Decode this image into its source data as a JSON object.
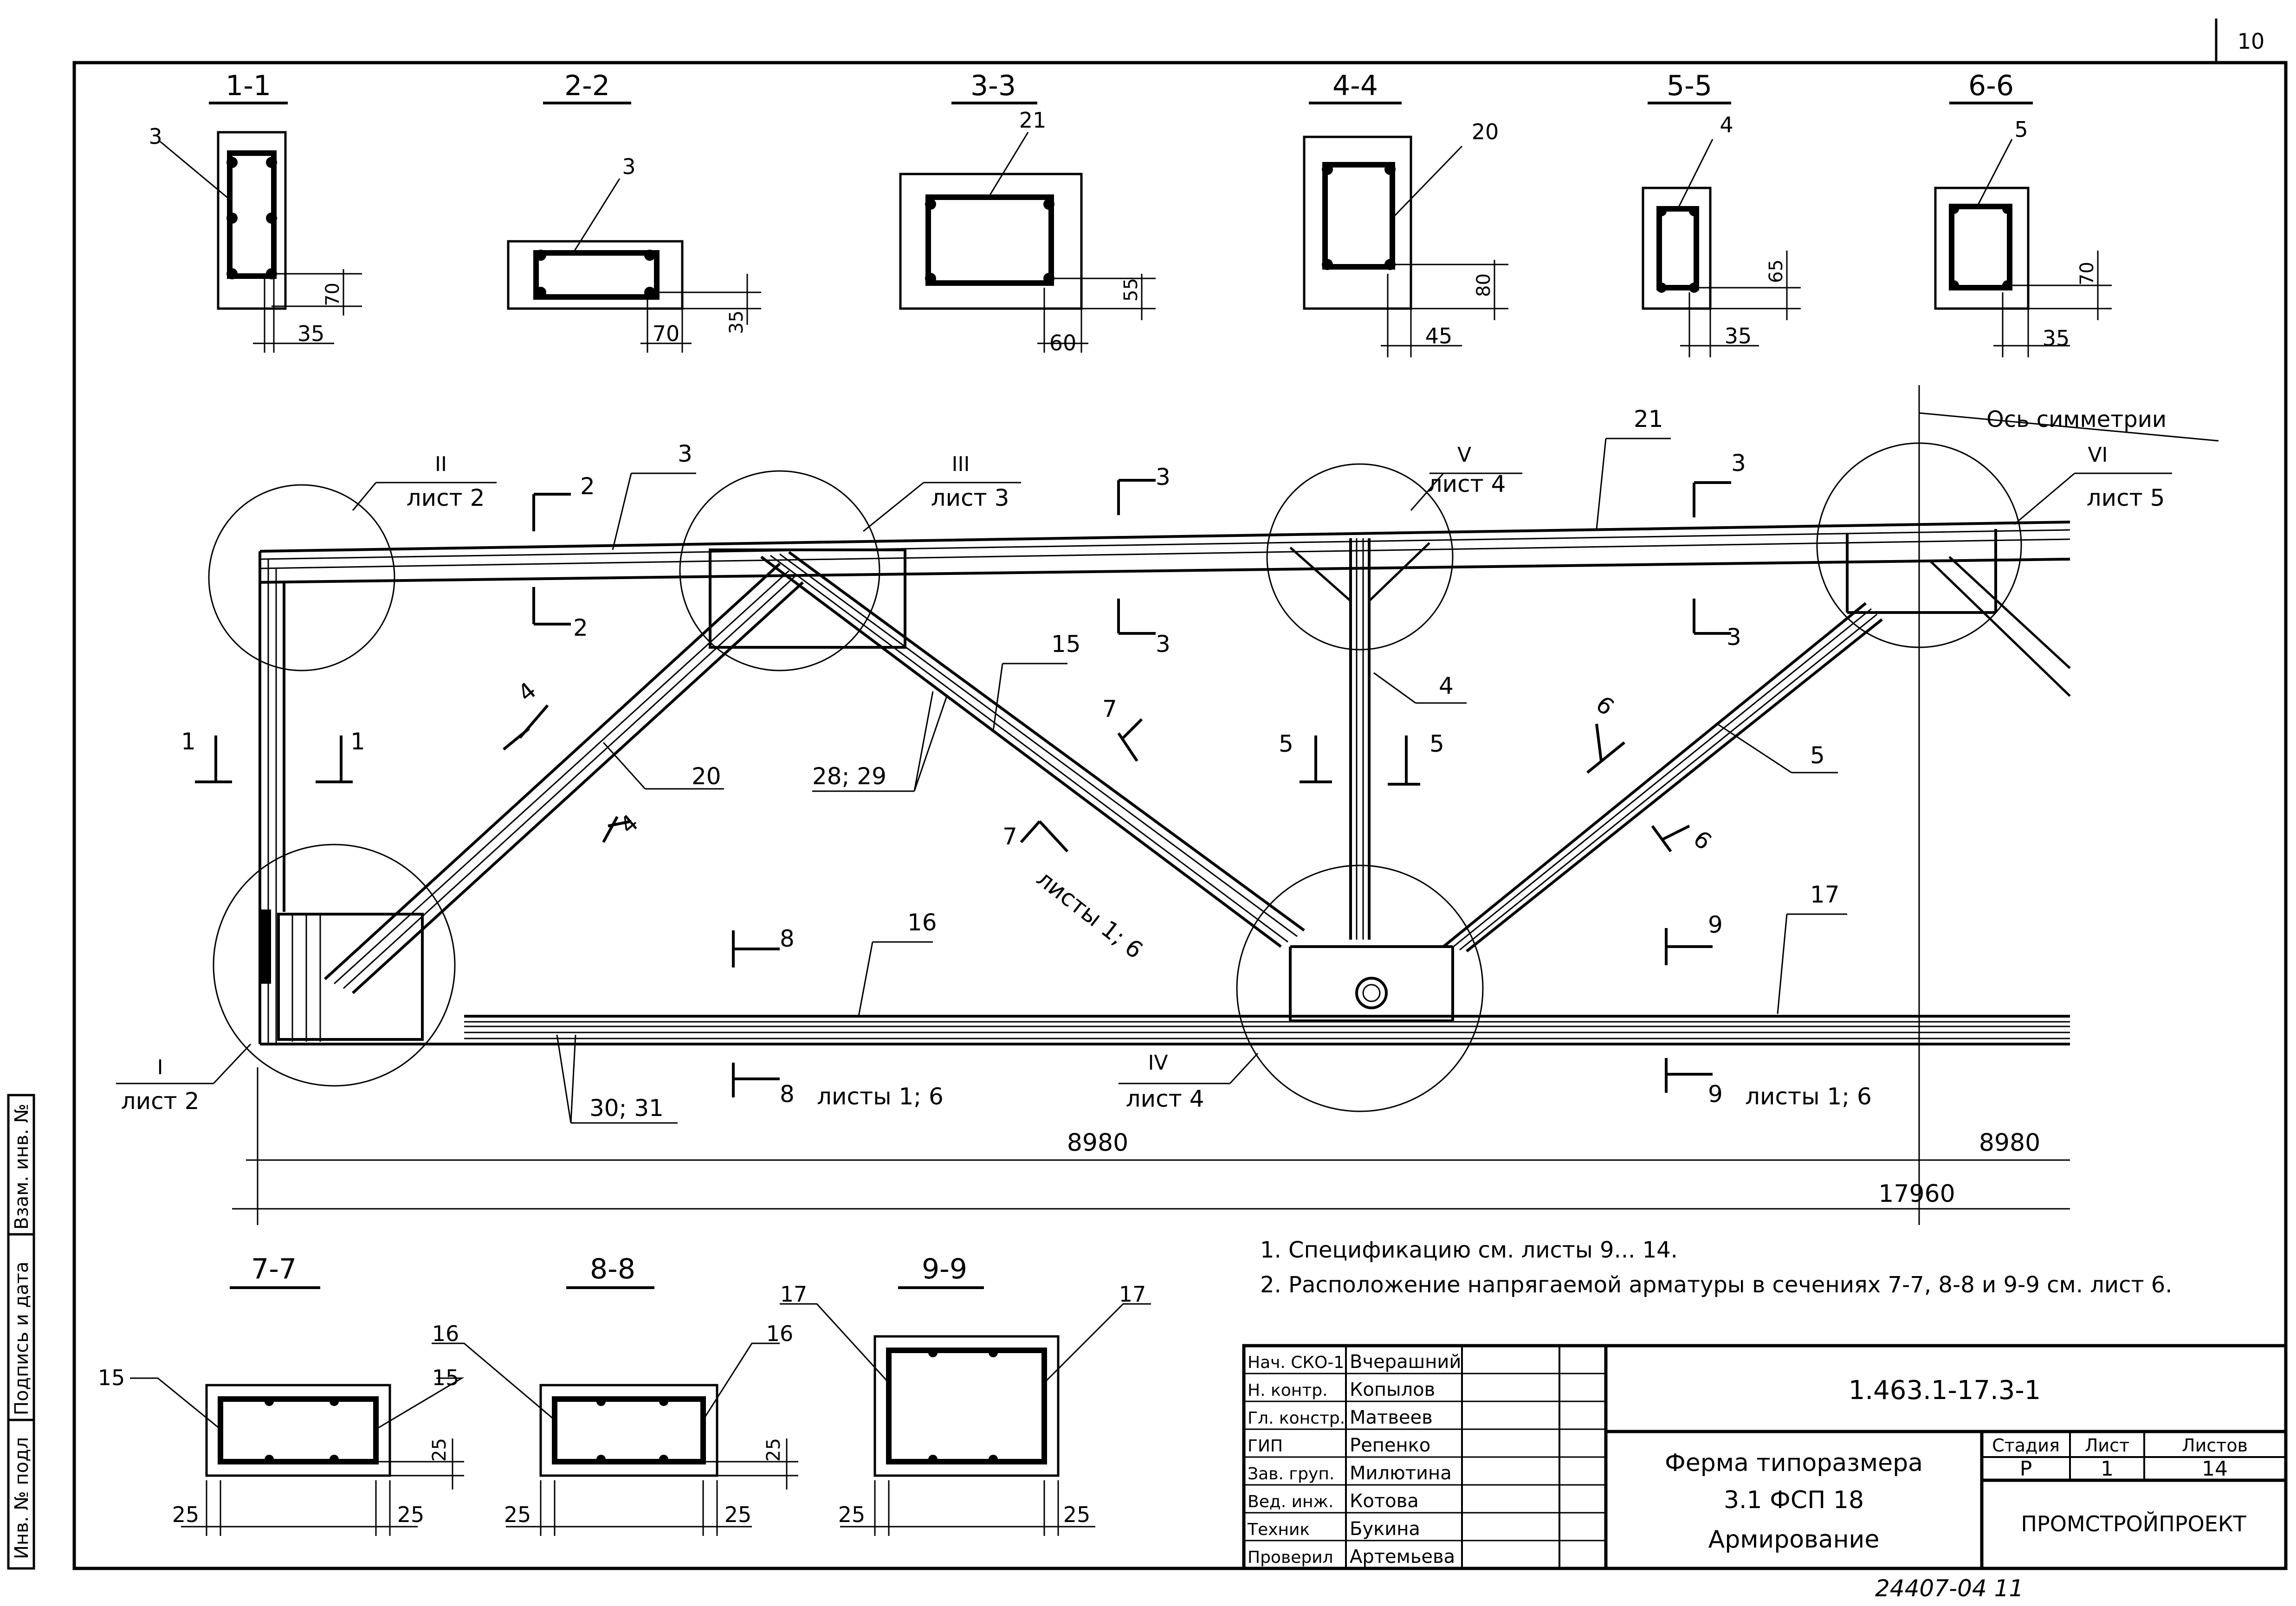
{
  "sheet_number": "10",
  "stamp_bottom": "24407-04   11",
  "left_strip": [
    "Инв. № подл",
    "Подпись и дата",
    "Взам. инв. №"
  ],
  "sections_top": [
    {
      "title": "1-1",
      "mark": "3",
      "dim_v": "70",
      "dim_h": "35"
    },
    {
      "title": "2-2",
      "mark": "3",
      "dim_v": "35",
      "dim_h": "70"
    },
    {
      "title": "3-3",
      "mark": "21",
      "dim_v": "55",
      "dim_h": "60"
    },
    {
      "title": "4-4",
      "mark": "20",
      "dim_v": "80",
      "dim_h": "45"
    },
    {
      "title": "5-5",
      "mark": "4",
      "dim_v": "65",
      "dim_h": "35"
    },
    {
      "title": "6-6",
      "mark": "5",
      "dim_v": "70",
      "dim_h": "35"
    }
  ],
  "truss": {
    "axis_label": "Ось симметрии",
    "node_labels": [
      {
        "roman": "II",
        "sheet": "лист 2"
      },
      {
        "roman": "III",
        "sheet": "лист 3"
      },
      {
        "roman": "V",
        "sheet": "лист 4"
      },
      {
        "roman": "VI",
        "sheet": "лист 5"
      },
      {
        "roman": "I",
        "sheet": "лист 2"
      },
      {
        "roman": "IV",
        "sheet": "лист 4"
      }
    ],
    "marks": {
      "m3": "3",
      "m21": "21",
      "m15": "15",
      "m20": "20",
      "m4": "4",
      "m5": "5",
      "m16": "16",
      "m17": "17",
      "m2829": "28; 29",
      "m3031": "30; 31"
    },
    "cut_marks": [
      "1",
      "2",
      "3",
      "4",
      "5",
      "6",
      "7",
      "8",
      "9"
    ],
    "sheets_16": "листы 1; 6",
    "sheets_8": "листы 1; 6",
    "sheets_9": "листы 1; 6",
    "dims": {
      "half_left": "8980",
      "half_right": "8980",
      "total": "17960"
    }
  },
  "sections_bottom": [
    {
      "title": "7-7",
      "marks": [
        "15",
        "15"
      ],
      "dim_v": "25",
      "dim_l": "25",
      "dim_r": "25"
    },
    {
      "title": "8-8",
      "marks": [
        "16",
        "16"
      ],
      "dim_v": "25",
      "dim_l": "25",
      "dim_r": "25"
    },
    {
      "title": "9-9",
      "marks": [
        "17",
        "17"
      ],
      "dim_l": "25",
      "dim_r": "25"
    }
  ],
  "notes": [
    "1. Спецификацию см. листы 9... 14.",
    "2. Расположение напрягаемой арматуры в сечениях 7-7, 8-8 и 9-9 см. лист 6."
  ],
  "title_block": {
    "signatures": [
      {
        "role": "Нач. СКО-1",
        "name": "Вчерашний"
      },
      {
        "role": "Н. контр.",
        "name": "Копылов"
      },
      {
        "role": "Гл. констр.",
        "name": "Матвеев"
      },
      {
        "role": "ГИП",
        "name": "Репенко"
      },
      {
        "role": "Зав. груп.",
        "name": "Милютина"
      },
      {
        "role": "Вед. инж.",
        "name": "Котова"
      },
      {
        "role": "Техник",
        "name": "Букина"
      },
      {
        "role": "Проверил",
        "name": "Артемьева"
      }
    ],
    "doc_code": "1.463.1-17.3-1",
    "title_lines": [
      "Ферма типоразмера",
      "3.1 ФСП 18",
      "Армирование"
    ],
    "stage_label": "Стадия",
    "sheet_label": "Лист",
    "sheets_label": "Листов",
    "stage": "Р",
    "sheet": "1",
    "sheets": "14",
    "org": "ПРОМСТРОЙПРОЕКТ"
  }
}
